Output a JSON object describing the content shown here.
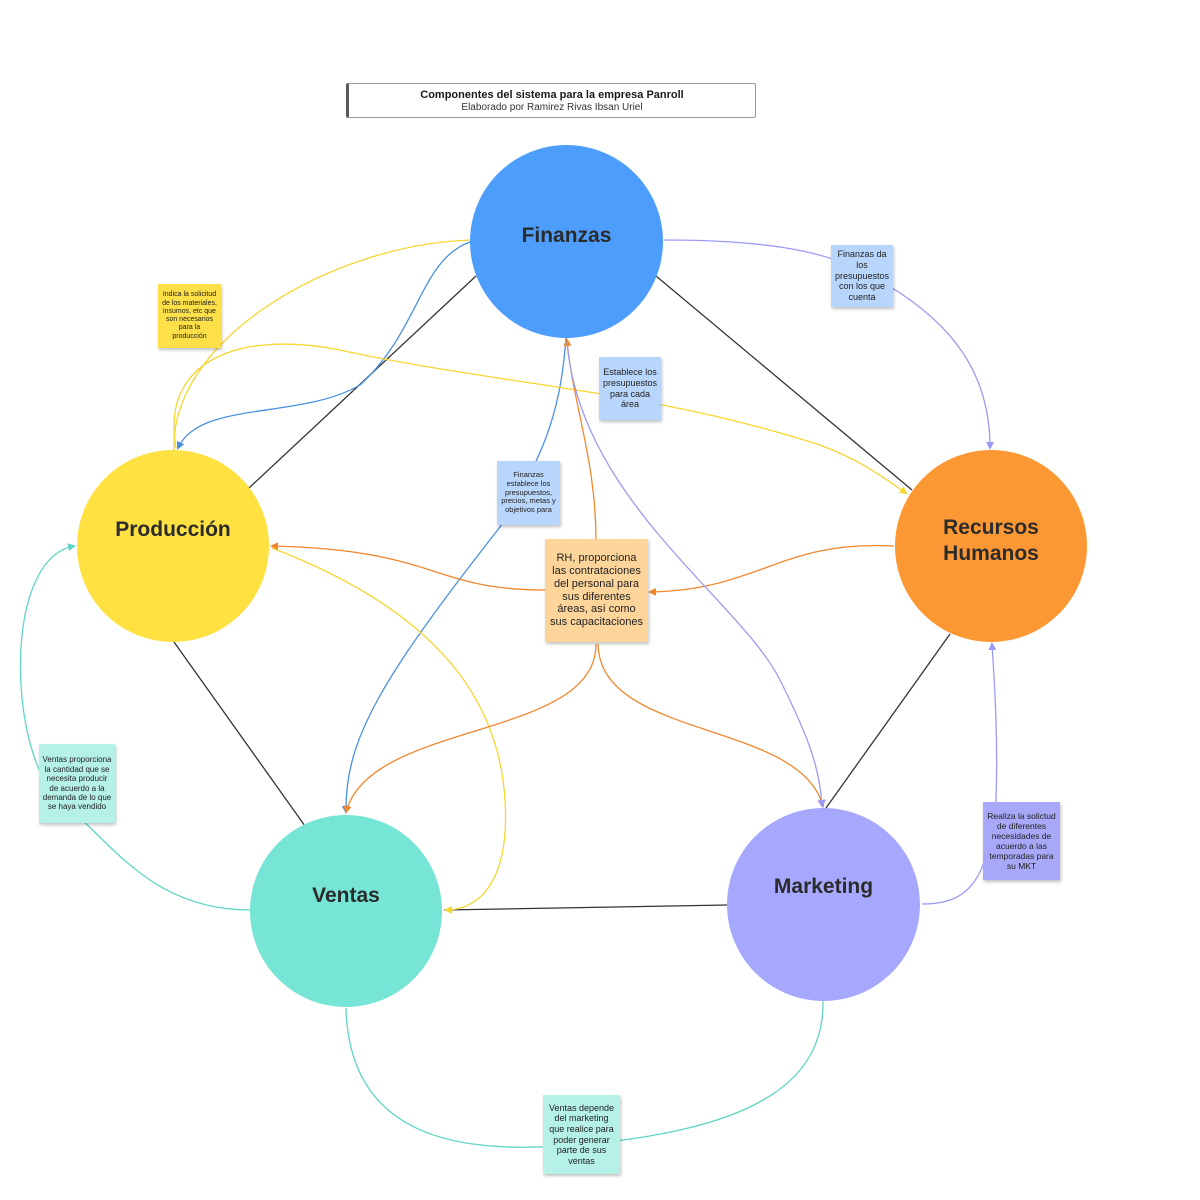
{
  "title": {
    "main": "Componentes del sistema para la empresa Panroll",
    "subtitle": "Elaborado por Ramirez Rivas Ibsan Uriel"
  },
  "nodes": {
    "finanzas": {
      "label": "Finanzas",
      "color": "#4d9efc"
    },
    "produccion": {
      "label": "Producción",
      "color": "#ffe141"
    },
    "recursos": {
      "label": "Recursos Humanos",
      "color": "#fc9834"
    },
    "ventas": {
      "label": "Ventas",
      "color": "#76e5d6"
    },
    "marketing": {
      "label": "Marketing",
      "color": "#a6a8fd"
    }
  },
  "notes": {
    "produccion_solicitud": "Indica la solicitud de los materiales, insumos, etc que son necesarios para la producción",
    "finanzas_da": "Finanzas da los presupuestos con los que cuenta",
    "establece": "Establece los presupuestos para cada área",
    "finanzas_establece": "Finanzas establece los presupuestos, precios, metas y objetivos para",
    "rh": "RH, proporciona las contrataciones del personal para sus diferentes áreas, así como sus capacitaciones",
    "ventas_proporciona": "Ventas proporciona la cantidad que se necesita producir de acuerdo a la demanda de lo que se haya vendido",
    "realiza": "Realiza la solictud de diferentes necesidades de acuerdo a las temporadas para su MKT",
    "ventas_depende": "Ventas depende del marketing que realice para poder generar parte de sus ventas"
  },
  "colors": {
    "line_black": "#333333",
    "line_blue": "#4a90e2",
    "line_yellow": "#f5d633",
    "line_orange": "#f0882e",
    "line_purple": "#9b9bf5",
    "line_teal": "#5fd6c4",
    "note_yellow": "#fde047",
    "note_blue": "#b8d6fc",
    "note_orange": "#fdd59a",
    "note_teal": "#b6f1e8",
    "note_purple": "#a7a8f8"
  }
}
